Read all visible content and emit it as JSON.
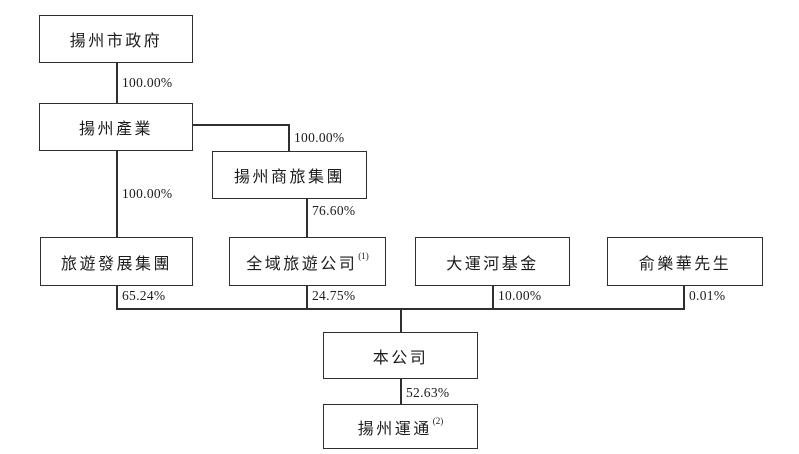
{
  "diagram": {
    "title_hint": "shareholding-structure-chart",
    "nodes": {
      "gov": {
        "label": "揚州市政府"
      },
      "industry": {
        "label": "揚州產業"
      },
      "shanglv": {
        "label": "揚州商旅集團"
      },
      "tourism_dev": {
        "label": "旅遊發展集團"
      },
      "quanyu": {
        "label": "全域旅遊公司",
        "sup": "(1)"
      },
      "canal_fund": {
        "label": "大運河基金"
      },
      "mr_yu": {
        "label": "俞樂華先生"
      },
      "company": {
        "label": "本公司"
      },
      "yuntong": {
        "label": "揚州運通",
        "sup": "(2)"
      }
    },
    "edges": {
      "gov_to_industry": "100.00%",
      "industry_to_shanglv": "100.00%",
      "industry_to_tourism_dev": "100.00%",
      "shanglv_to_quanyu": "76.60%",
      "tourism_dev_to_company": "65.24%",
      "quanyu_to_company": "24.75%",
      "canal_fund_to_company": "10.00%",
      "mr_yu_to_company": "0.01%",
      "company_to_yuntong": "52.63%"
    },
    "colors": {
      "line": "#2f2f2f",
      "text": "#1c1c1c",
      "background": "#ffffff"
    }
  }
}
